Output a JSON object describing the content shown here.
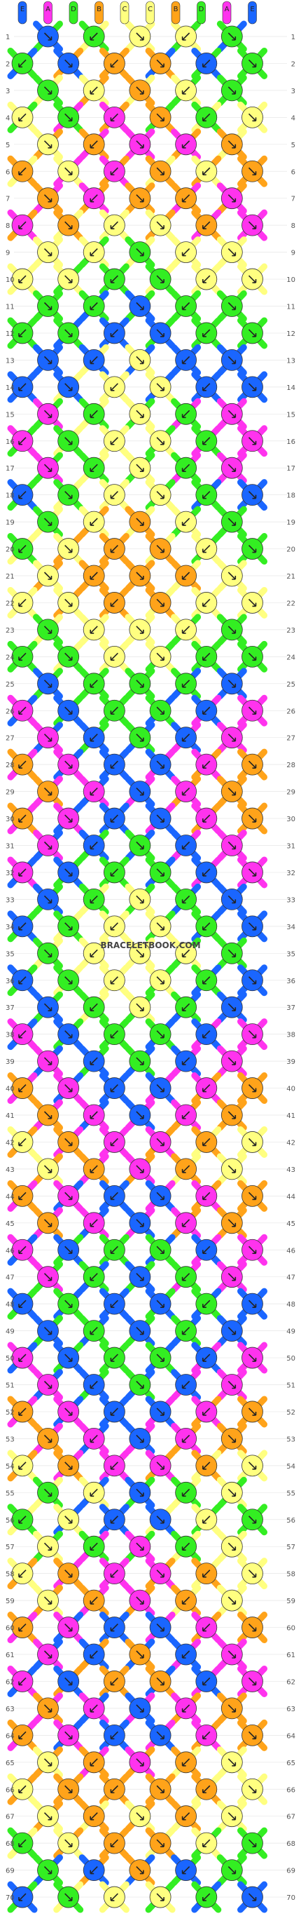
{
  "brand": "BRACELETBOOK.COM",
  "strand_letters": [
    "E",
    "A",
    "D",
    "B",
    "C",
    "C",
    "B",
    "D",
    "A",
    "E"
  ],
  "colors": {
    "A": "#ff33ee",
    "B": "#ffa31a",
    "C": "#ffff80",
    "D": "#33ee22",
    "E": "#1a66ff"
  },
  "row_count": 70,
  "rows": [
    "EDCCD",
    "DEBBED",
    "DCBCD",
    "CDABDC",
    "CBAAB",
    "BCABCB",
    "BABBA",
    "ABCCBA",
    "CCDCC",
    "CCDDCC",
    "DDEDD",
    "DDEEDD",
    "EECEE",
    "EECCEE",
    "ADCDA",
    "ADCCDA",
    "ADCDA",
    "EDCCDE",
    "DCBCD",
    "DCBBCD",
    "CBBBC",
    "CCBBCC",
    "DCCCD",
    "DDCCDD",
    "EDDDE",
    "AEDDEA",
    "AEDEA",
    "BAEEAB",
    "BAEAB",
    "BAEEAB",
    "AEDEA",
    "AEDDEA",
    "EDCDE",
    "EDCCDE",
    "DCCCD",
    "EDCCDE",
    "EDCDE",
    "AEDDEA",
    "AEDEA",
    "BAEEAB",
    "BAEAB",
    "CBAABC",
    "CBABC",
    "BAEEAB",
    "BAEAB",
    "AEDDEA",
    "ADEDA",
    "EDEEDE",
    "EDEDE",
    "AEDDEA",
    "AEDEA",
    "BAEEAB",
    "BAEAB",
    "CBAABC",
    "DCEDC",
    "DCEEC D",
    "CDADC",
    "CBAABC",
    "CBABC",
    "BAEEAB",
    "AEBEA",
    "AEBBEA",
    "BAEAB",
    "BAEEAB",
    "CBABC",
    "CBBBBC",
    "CBCBC",
    "DCBBCD",
    "DEBED",
    "EDCCDE"
  ]
}
